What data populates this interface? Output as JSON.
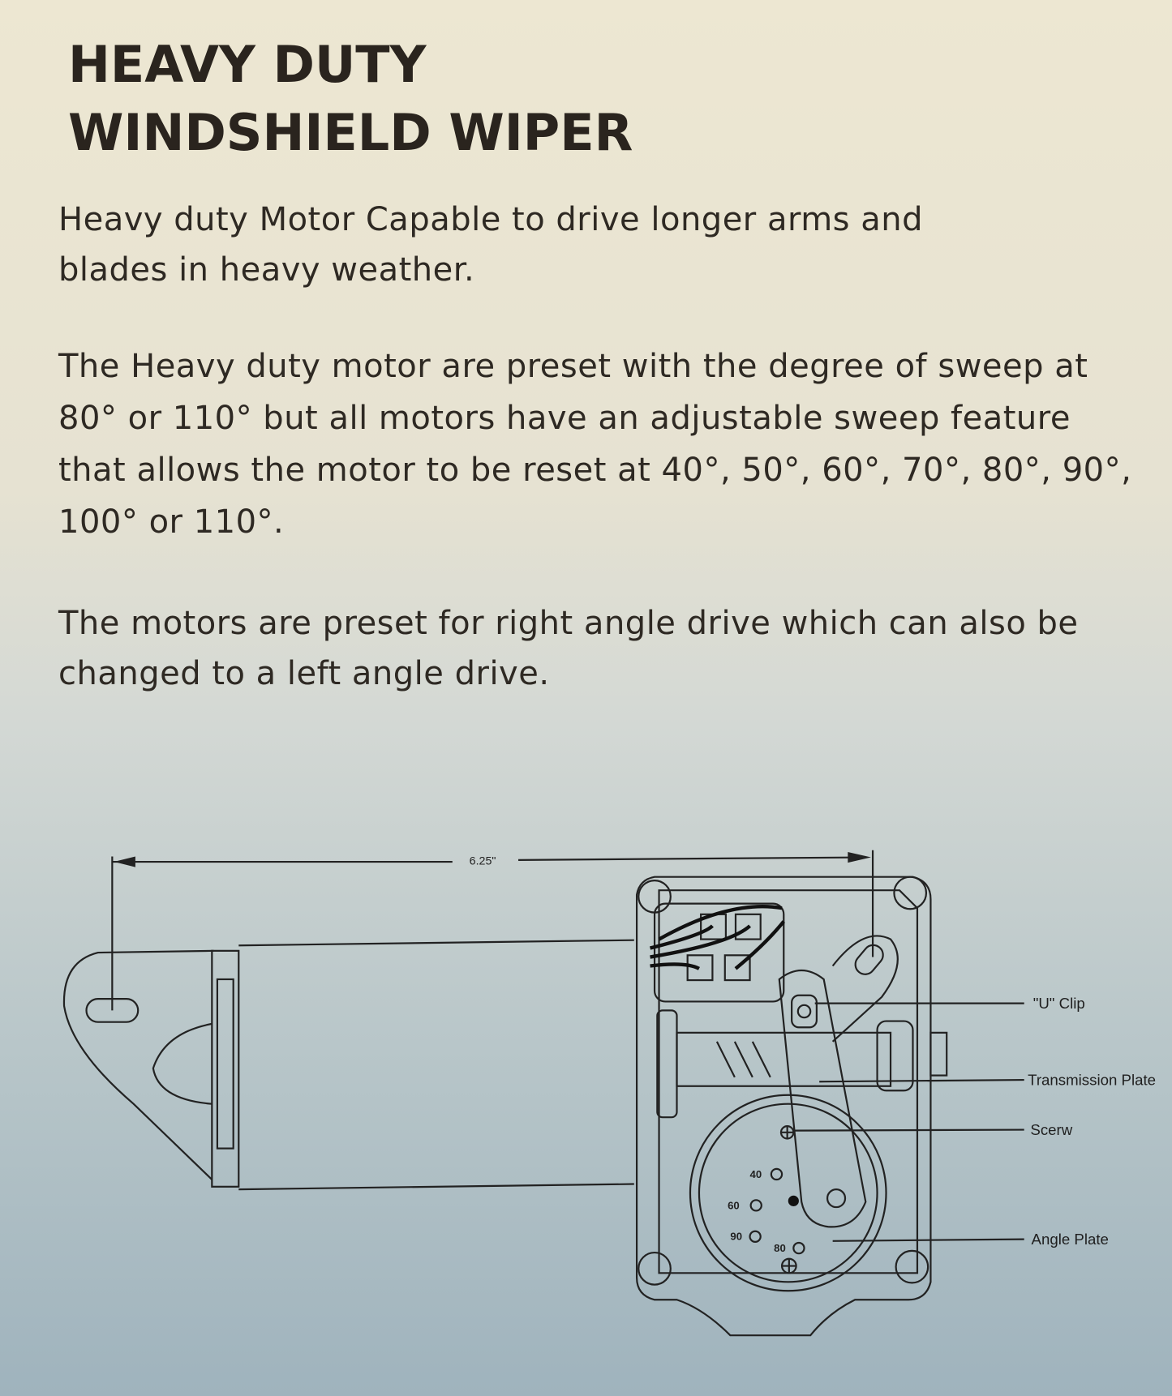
{
  "title": {
    "line1": "HEAVY DUTY",
    "line2": "WINDSHIELD WIPER"
  },
  "paragraphs": [
    "Heavy duty Motor Capable to drive longer arms and blades in heavy weather.",
    "The Heavy duty motor are preset with the degree of sweep at 80° or 110° but all motors have an adjustable sweep feature that allows the motor to be reset at 40°, 50°, 60°, 70°, 80°, 90°, 100° or 110°.",
    "The motors are preset for right angle drive which can also be changed to a left angle drive."
  ],
  "diagram": {
    "dimension": "6.25\"",
    "labels": {
      "u_clip": "\"U\" Clip",
      "transmission_plate": "Transmission Plate",
      "screw": "Scerw",
      "angle_plate": "Angle Plate"
    },
    "angle_marks": {
      "a40": "40",
      "a60": "60",
      "a90": "90",
      "a80": "80"
    }
  }
}
